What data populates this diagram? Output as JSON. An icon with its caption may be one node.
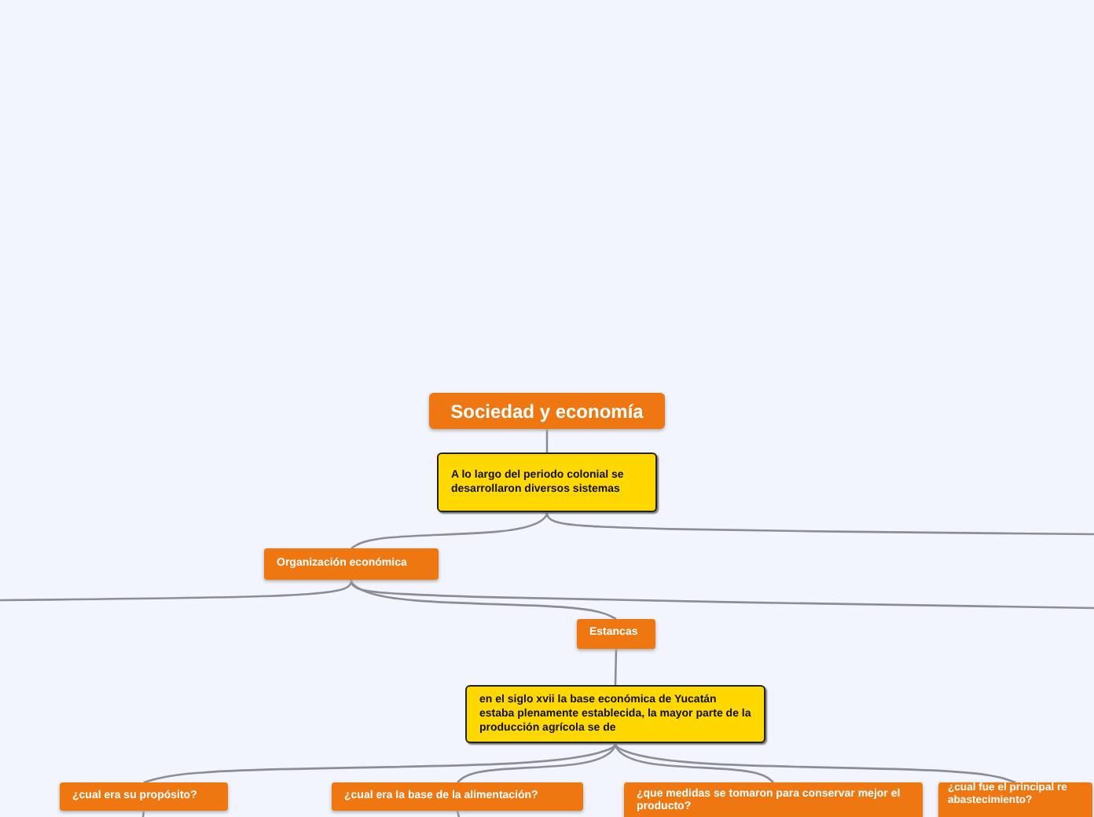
{
  "diagram": {
    "nodes": [
      {
        "text": [
          "Sociedad y economía"
        ]
      },
      {
        "text": [
          "A lo largo del periodo colonial se desarrollaron diversos sistemas"
        ]
      },
      {
        "text": [
          "Organización económica"
        ]
      },
      {
        "text": [
          "Estancas"
        ]
      },
      {
        "text": [
          "en el siglo xvii la base económica de Yucatán estaba plenamente establecida, la mayor parte de la producción agrícola se de"
        ]
      },
      {
        "text": [
          "¿cual era su propósito?"
        ]
      },
      {
        "text": [
          "¿cual era la base de la alimentación?"
        ]
      },
      {
        "text": [
          "¿que medidas se tomaron para conservar mejor el producto?"
        ]
      },
      {
        "text": [
          "¿cual fue el principal re abastecimiento?"
        ]
      }
    ],
    "edges": [
      {
        "from": 0,
        "to": 1,
        "arrow": "none"
      },
      {
        "from": 1,
        "to": 2,
        "arrow": "none"
      },
      {
        "from": 1,
        "to": null,
        "arrow": "none"
      },
      {
        "from": 2,
        "to": null,
        "arrow": "none"
      },
      {
        "from": 2,
        "to": null,
        "arrow": "none"
      },
      {
        "from": 2,
        "to": 3,
        "arrow": "none"
      },
      {
        "from": 3,
        "to": 4,
        "arrow": "none"
      },
      {
        "from": 4,
        "to": 5,
        "arrow": "none"
      },
      {
        "from": 4,
        "to": 6,
        "arrow": "none"
      },
      {
        "from": 4,
        "to": 7,
        "arrow": "none"
      },
      {
        "from": 4,
        "to": 8,
        "arrow": "none"
      },
      {
        "from": 5,
        "to": null,
        "arrow": "none"
      },
      {
        "from": 6,
        "to": null,
        "arrow": "none"
      }
    ]
  }
}
